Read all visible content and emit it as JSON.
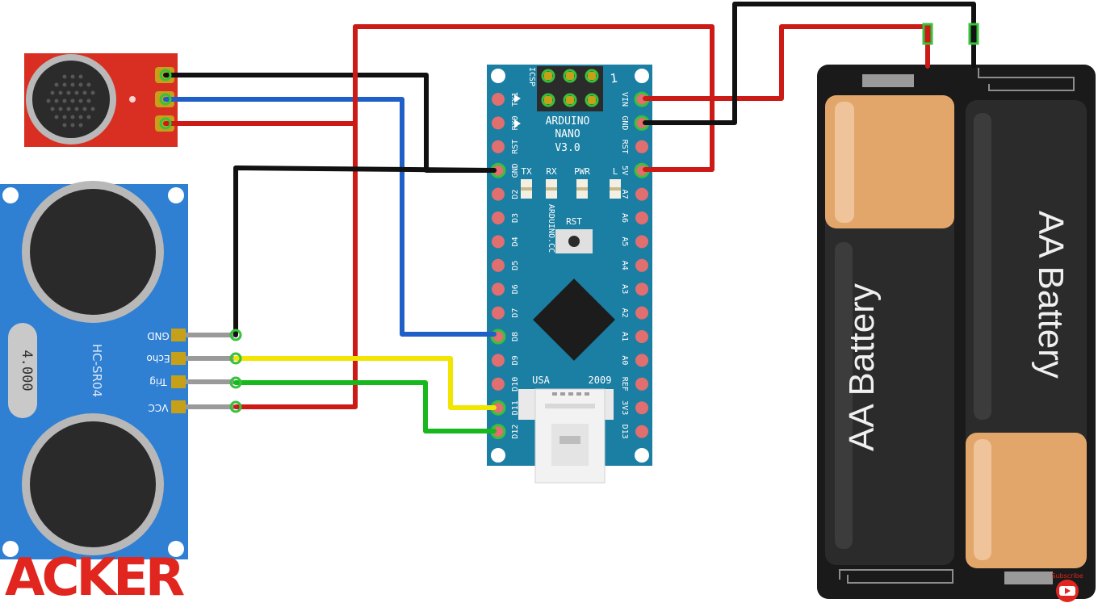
{
  "arduino": {
    "title_line1": "ARDUINO",
    "title_line2": "NANO",
    "title_line3": "V3.0",
    "icsp": "ICSP",
    "icsp_pin1": "1",
    "brand": "ARDUINO.CC",
    "origin": "USA",
    "year": "2009",
    "rst_button": "RST",
    "led_labels": [
      "TX",
      "RX",
      "PWR",
      "L"
    ],
    "left_pins": [
      "TX1",
      "RX0",
      "RST",
      "GND",
      "D2",
      "D3",
      "D4",
      "D5",
      "D6",
      "D7",
      "D8",
      "D9",
      "D10",
      "D11",
      "D12"
    ],
    "right_pins": [
      "VIN",
      "GND",
      "RST",
      "5V",
      "A7",
      "A6",
      "A5",
      "A4",
      "A3",
      "A2",
      "A1",
      "A0",
      "REF",
      "3V3",
      "D13"
    ]
  },
  "sensor": {
    "model": "HC-SR04",
    "crystal": "4.000",
    "pins": [
      "GND",
      "Echo",
      "Trig",
      "VCC"
    ]
  },
  "battery": {
    "cell1_label": "AA Battery",
    "cell2_label": "AA Battery"
  },
  "watermark": {
    "text": "ACKER",
    "subscribe": "Subscribe"
  },
  "colors": {
    "wire_black": "#111111",
    "wire_red": "#cc1a16",
    "wire_blue": "#1f5fc8",
    "wire_yellow": "#f2e600",
    "wire_green": "#17b81d",
    "board_blue": "#1b7ea3",
    "sensor_blue": "#2f7fd3",
    "mic_red": "#d92f22"
  }
}
